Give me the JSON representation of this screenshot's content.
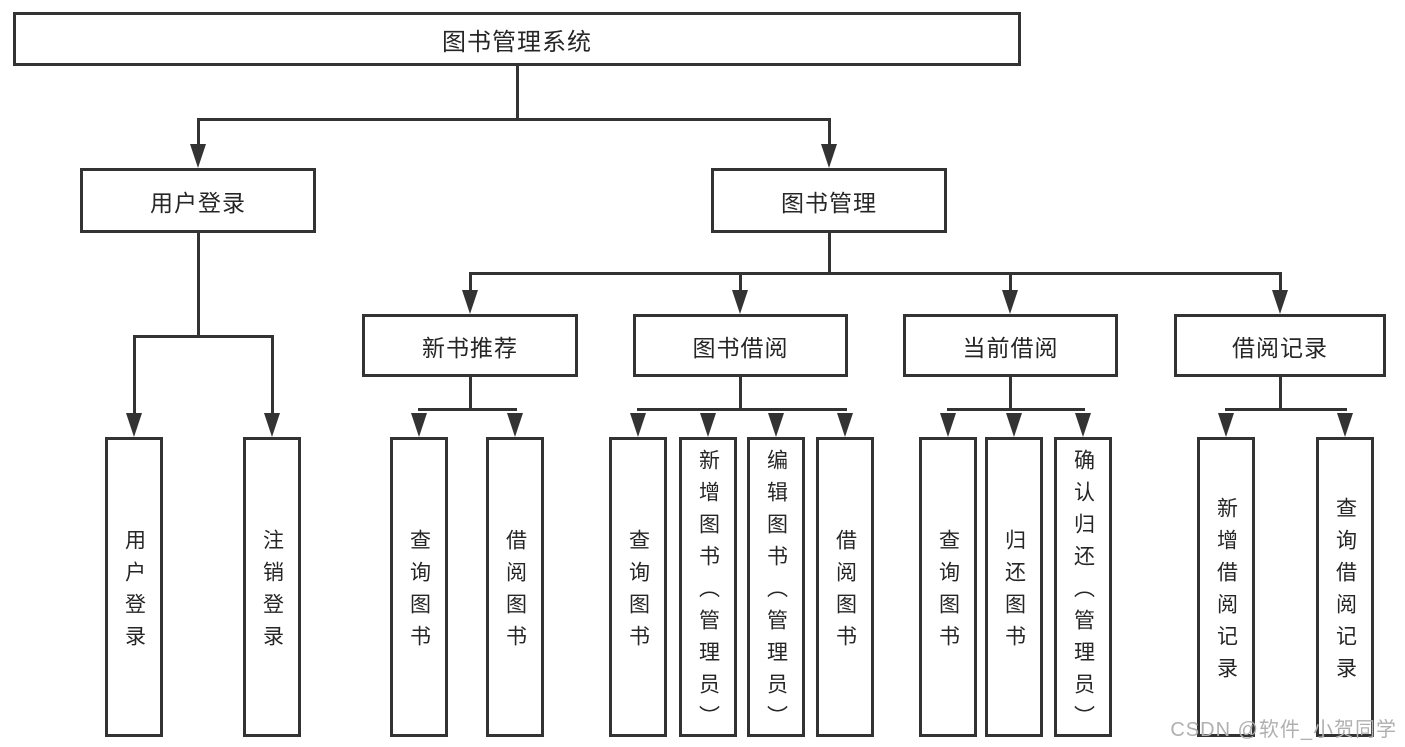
{
  "diagram": {
    "root": "图书管理系统",
    "level2": [
      "用户登录",
      "图书管理"
    ],
    "level3": [
      "新书推荐",
      "图书借阅",
      "当前借阅",
      "借阅记录"
    ],
    "leaves": [
      "用户登录",
      "注销登录",
      "查询图书",
      "借阅图书",
      "查询图书",
      "新增图书（管理员）",
      "编辑图书（管理员）",
      "借阅图书",
      "查询图书",
      "归还图书",
      "确认归还（管理员）",
      "新增借阅记录",
      "查询借阅记录"
    ]
  },
  "watermark": "CSDN @软件_小贺同学",
  "colors": {
    "line": "#333333",
    "text": "#262626",
    "watermark": "#b0b0b0",
    "background": "#ffffff"
  }
}
